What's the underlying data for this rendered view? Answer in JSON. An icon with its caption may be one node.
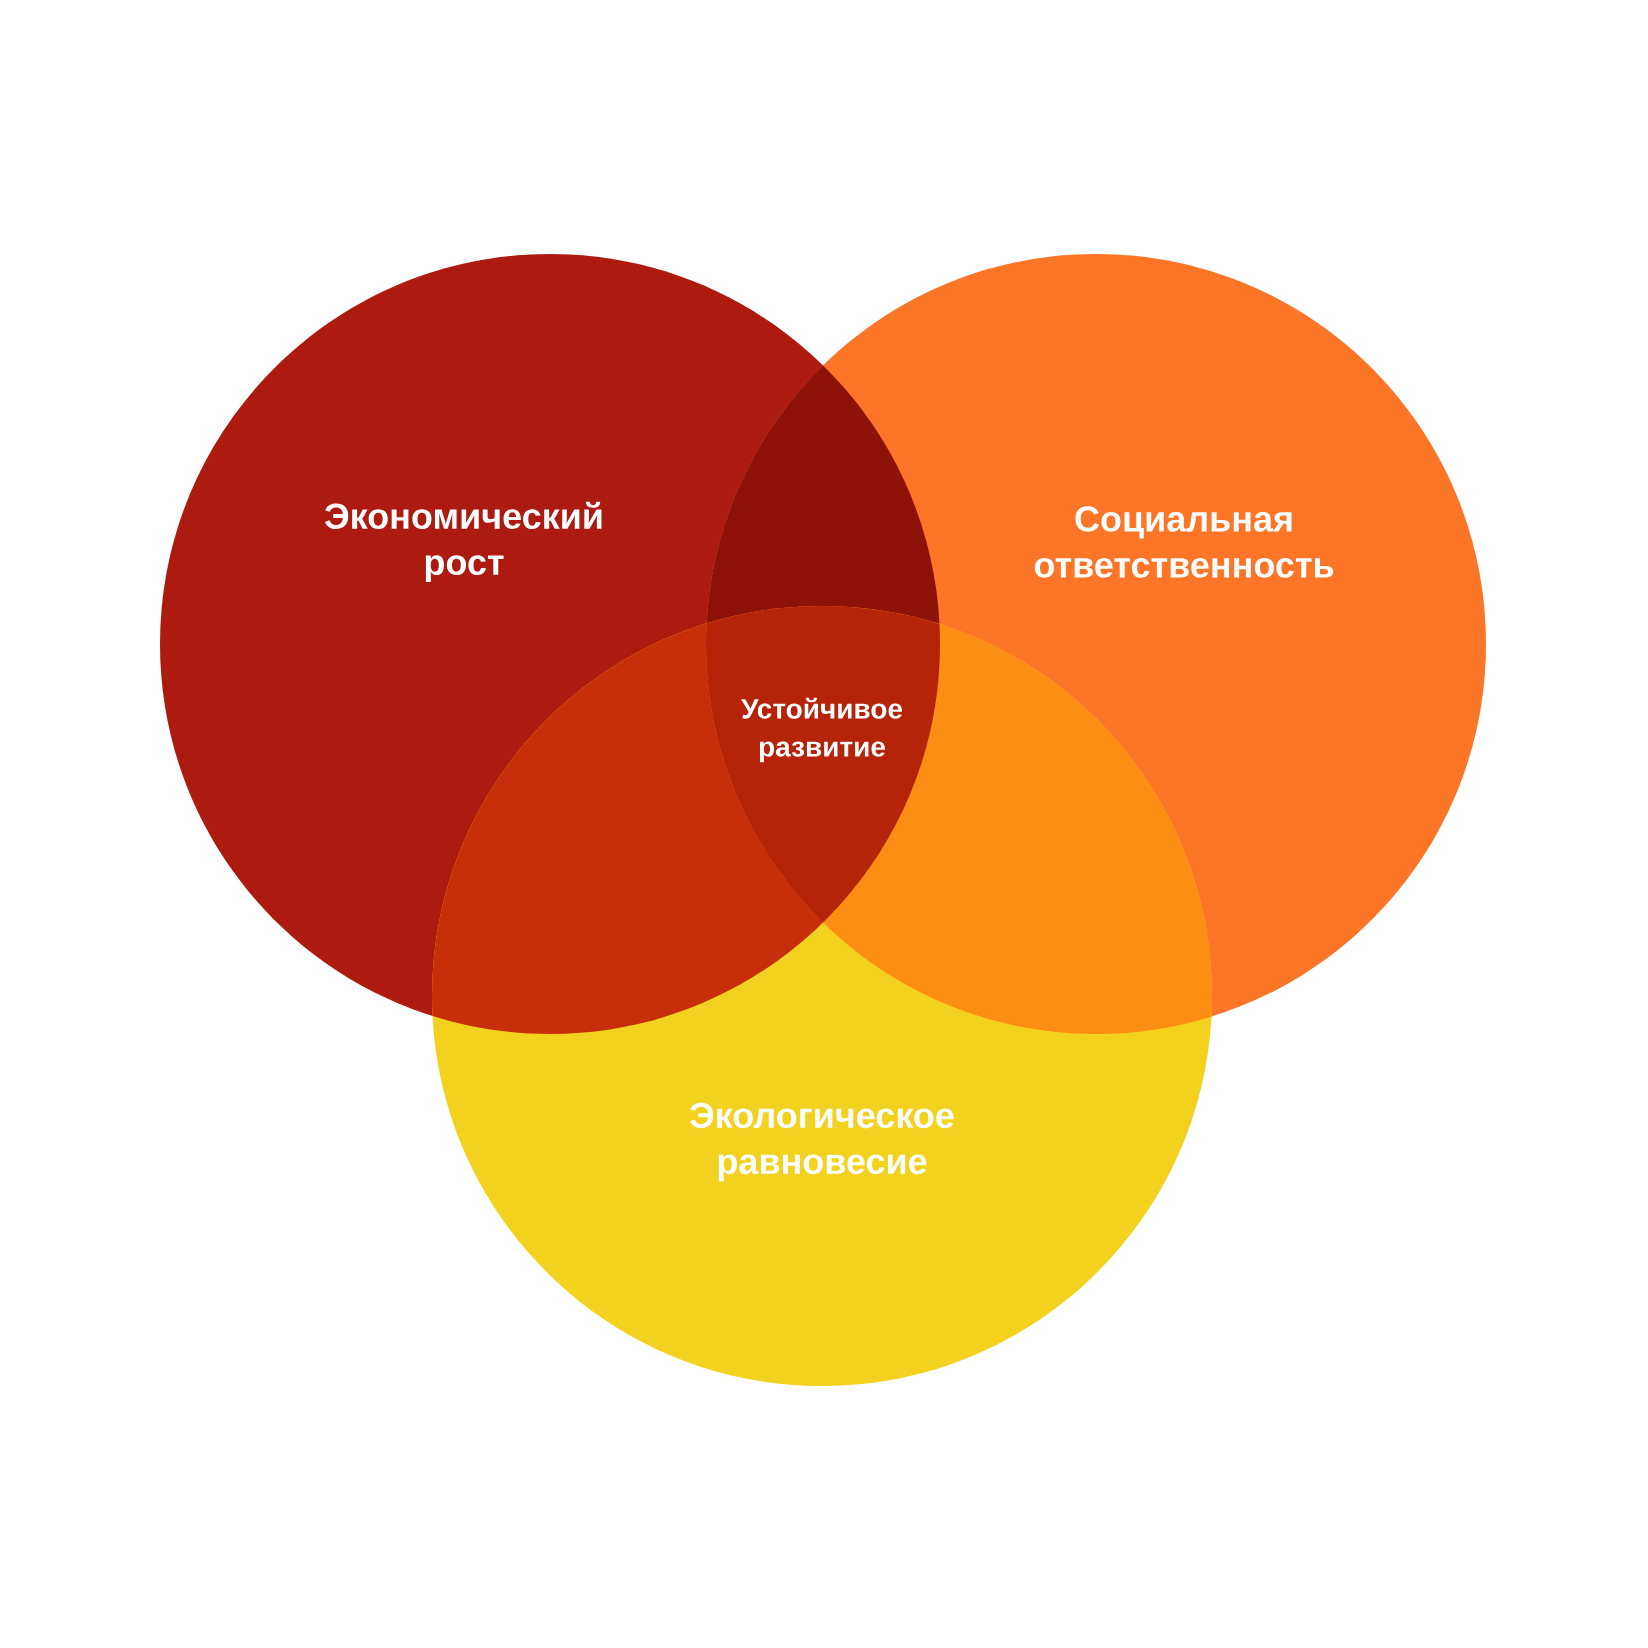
{
  "diagram": {
    "nodes": [
      {
        "text": [
          "Экономический рост"
        ]
      },
      {
        "text": [
          "Социальная ответственность"
        ]
      },
      {
        "text": [
          "Экологическое равновесие"
        ]
      }
    ],
    "labels": [
      "Устойчивое развитие"
    ]
  }
}
